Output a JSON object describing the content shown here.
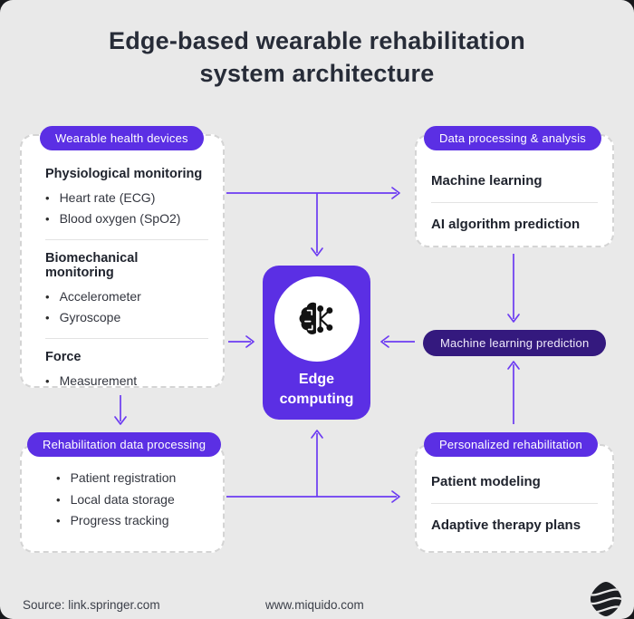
{
  "colors": {
    "accent": "#5B2FE4",
    "accent_dark": "#34197E",
    "arrow": "#6C3BF2",
    "canvas_bg": "#E9E9E9",
    "ink": "#272C38"
  },
  "title": {
    "line1": "Edge-based wearable rehabilitation",
    "line2": "system architecture"
  },
  "center": {
    "icon": "ai-brain-circuit-icon",
    "label_line1": "Edge",
    "label_line2": "computing"
  },
  "cards": {
    "wearable": {
      "badge": "Wearable health devices",
      "sections": [
        {
          "title": "Physiological monitoring",
          "items": [
            "Heart rate (ECG)",
            "Blood oxygen (SpO2)"
          ]
        },
        {
          "title": "Biomechanical monitoring",
          "items": [
            "Accelerometer",
            "Gyroscope"
          ]
        },
        {
          "title": "Force",
          "items": [
            "Measurement"
          ]
        }
      ]
    },
    "processing": {
      "badge": "Data processing & analysis",
      "rows": [
        "Machine learning",
        "AI algorithm prediction"
      ]
    },
    "ml_prediction": {
      "badge": "Machine learning prediction"
    },
    "rehab_data": {
      "badge": "Rehabilitation data processing",
      "items": [
        "Patient registration",
        "Local data storage",
        "Progress tracking"
      ]
    },
    "personalized": {
      "badge": "Personalized rehabilitation",
      "rows": [
        "Patient modeling",
        "Adaptive therapy plans"
      ]
    }
  },
  "footer": {
    "source": "Source: link.springer.com",
    "website": "www.miquido.com",
    "logo": "miquido-logo"
  },
  "bullet": "•"
}
